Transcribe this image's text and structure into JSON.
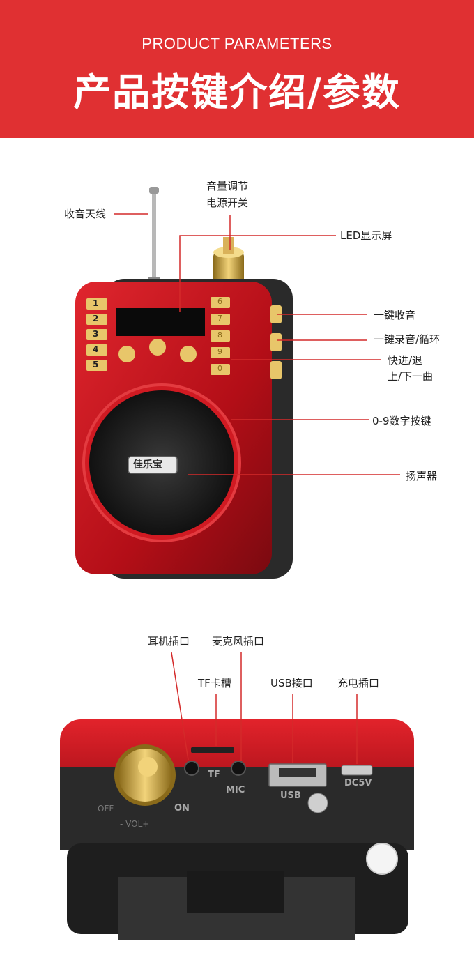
{
  "header": {
    "subtitle": "PRODUCT PARAMETERS",
    "title": "产品按键介绍/参数"
  },
  "front": {
    "labels": {
      "antenna": "收音天线",
      "volume_line1": "音量调节",
      "volume_line2": "电源开关",
      "led": "LED显示屏",
      "radio_key": "一键收音",
      "record_key": "一键录音/循环",
      "seek_line1": "快进/退",
      "seek_line2": "上/下一曲",
      "digits": "0-9数字按键",
      "speaker": "扬声器"
    },
    "device": {
      "left_keys": [
        "1",
        "2",
        "3",
        "4",
        "5"
      ],
      "right_keys": [
        "6",
        "7",
        "8",
        "9",
        "0"
      ],
      "logo": "佳乐宝"
    }
  },
  "back": {
    "labels": {
      "earphone": "耳机插口",
      "mic": "麦克风插口",
      "tf": "TF卡槽",
      "usb": "USB接口",
      "charge": "充电插口"
    },
    "device": {
      "off": "OFF",
      "vol": "- VOL+",
      "on": "ON",
      "tf_mark": "TF",
      "mic_mark": "MIC",
      "usb_mark": "USB",
      "dc_mark": "DC5V"
    }
  },
  "colors": {
    "banner": "#e03032",
    "device_red": "#c4121b",
    "leader_line": "#d42a2a",
    "key_gold": "#e8c66a"
  }
}
